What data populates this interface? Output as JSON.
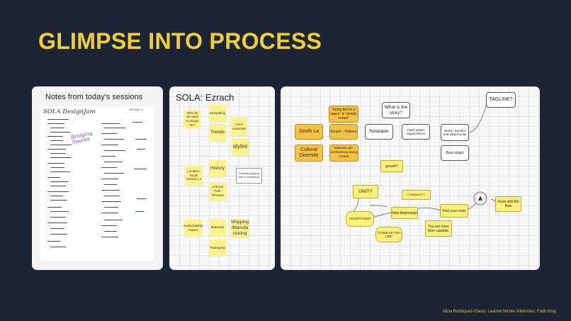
{
  "slide": {
    "title": "GLIMPSE INTO PROCESS",
    "credits": "Alina Rodriguez-Gould, Leanne Nicole Villarmino, Faith King"
  },
  "notes_panel": {
    "title": "Notes from today's sessions",
    "heading": "SOLA DesignJam",
    "date": "8th Sept '22",
    "highlight": "Bridging Spaces"
  },
  "sola_panel": {
    "title": "SOLA: Ezrach",
    "stickies": [
      "Who do we want to design for?",
      "Storytelling",
      "Color/ materials",
      "Trends",
      "styles",
      "Location: South Central LA",
      "History",
      "Leimert Park: Phrases",
      "Sustainability Aspect",
      "Materials",
      "Shipping /Manufa cturing",
      "Packaging"
    ],
    "callout": "Possibly playing with re-branding?"
  },
  "mindmap": {
    "nodes": [
      "\"being tied to a space\" & \"deeply rooted\"",
      "What is the story?",
      "TAGLINE?",
      "South La",
      "Ezrach - Hebrew",
      "Relatable",
      "Faith based organizations",
      "Boots: Symbol and Opportunity",
      "Cultural Diversity",
      "Material use: symbolizing being rooted",
      "Boot straps",
      "growth?",
      "UNITY",
      "COMMUNITY",
      "New beginnings",
      "Find your roots",
      "Grow with the flow",
      "ACCEPTANCE",
      "\"COME AS YOU ARE\"",
      "You are more than capable."
    ]
  }
}
